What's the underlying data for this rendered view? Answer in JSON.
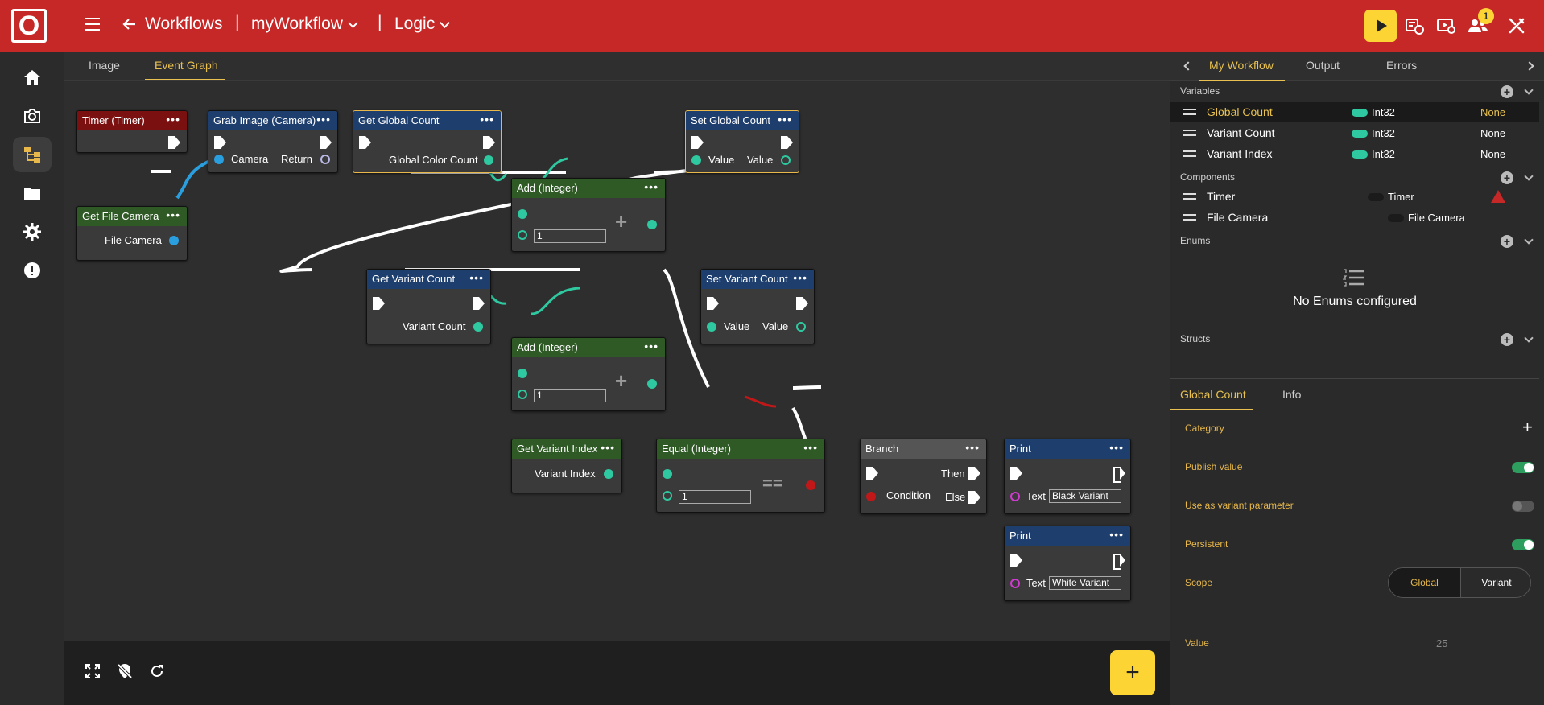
{
  "topbar": {
    "logo": "O",
    "breadcrumb_workflows": "Workflows",
    "workflow_name": "myWorkflow",
    "section": "Logic",
    "sep1": "|",
    "sep2": "|",
    "notification_count": "1"
  },
  "canvas_tabs": [
    "Image",
    "Event Graph"
  ],
  "nodes": {
    "timer": {
      "title": "Timer (Timer)"
    },
    "grab": {
      "title": "Grab Image (Camera)",
      "in_label": "Camera",
      "out_label": "Return"
    },
    "get_global": {
      "title": "Get Global Count",
      "out_label": "Global Color Count"
    },
    "set_global": {
      "title": "Set Global Count",
      "in_label": "Value",
      "out_label": "Value"
    },
    "file_camera": {
      "title": "Get File Camera",
      "out_label": "File Camera"
    },
    "add1": {
      "title": "Add (Integer)",
      "input_value": "1"
    },
    "get_variant": {
      "title": "Get Variant Count",
      "out_label": "Variant Count"
    },
    "set_variant": {
      "title": "Set Variant Count",
      "in_label": "Value",
      "out_label": "Value"
    },
    "add2": {
      "title": "Add (Integer)",
      "input_value": "1"
    },
    "get_index": {
      "title": "Get Variant Index",
      "out_label": "Variant Index"
    },
    "equal": {
      "title": "Equal (Integer)",
      "input_value": "1"
    },
    "branch": {
      "title": "Branch",
      "then_label": "Then",
      "else_label": "Else",
      "cond_label": "Condition"
    },
    "print1": {
      "title": "Print",
      "text_label": "Text",
      "text_value": "Black Variant"
    },
    "print2": {
      "title": "Print",
      "text_label": "Text",
      "text_value": "White Variant"
    },
    "menu": "•••",
    "plus_op": "+",
    "eq_op": "=="
  },
  "fab_label": "+",
  "right_panel": {
    "tabs": [
      "My Workflow",
      "Output",
      "Errors"
    ],
    "variables_header": "Variables",
    "variables": [
      {
        "name": "Global Count",
        "type": "Int32",
        "value": "None"
      },
      {
        "name": "Variant Count",
        "type": "Int32",
        "value": "None"
      },
      {
        "name": "Variant Index",
        "type": "Int32",
        "value": "None"
      }
    ],
    "components_header": "Components",
    "components": [
      {
        "name": "Timer",
        "type": "Timer"
      },
      {
        "name": "File Camera",
        "type": "File Camera"
      }
    ],
    "enums_header": "Enums",
    "enums_empty": "No Enums configured",
    "structs_header": "Structs",
    "detail_tabs": [
      "Global Count",
      "Info"
    ],
    "props": {
      "category": "Category",
      "publish": "Publish value",
      "variant_param": "Use as variant parameter",
      "persistent": "Persistent",
      "scope": "Scope",
      "scope_options": [
        "Global",
        "Variant"
      ],
      "value": "Value",
      "value_placeholder": "25"
    },
    "add_symbol": "+"
  },
  "colors": {
    "brand": "#c62828",
    "accent": "#fcd535",
    "int_pin": "#2ec9a0",
    "camera_pin": "#2a9fe0",
    "bool_pin": "#c01818"
  }
}
